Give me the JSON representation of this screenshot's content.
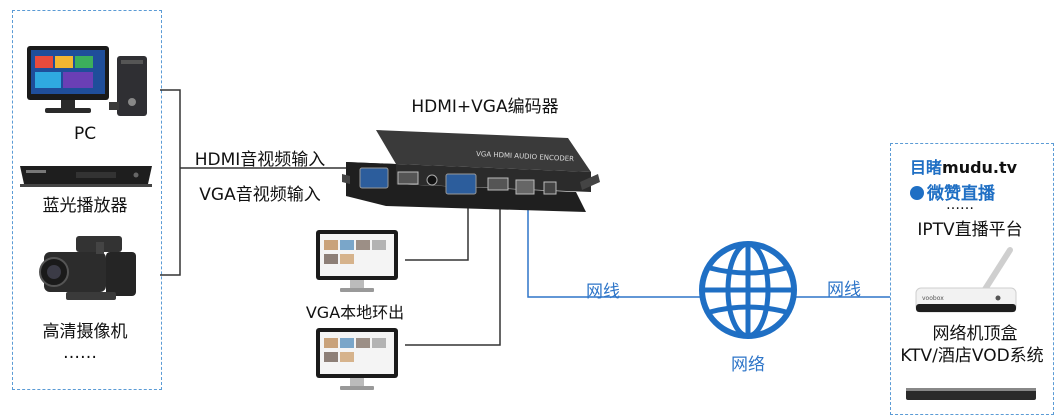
{
  "sources": {
    "pc": "PC",
    "bluray": "蓝光播放器",
    "camcorder": "高清摄像机",
    "more": "……"
  },
  "inputs": {
    "hdmi": "HDMI音视频输入",
    "vga": "VGA音视频输入"
  },
  "encoder": {
    "title": "HDMI+VGA编码器",
    "faceplate": "VGA HDMI AUDIO ENCODER"
  },
  "vga_out": "VGA本地环出",
  "network": {
    "cable_left": "网线",
    "cable_right": "网线",
    "globe": "网络"
  },
  "platforms": {
    "mudu_cn": "目睹",
    "mudu_en": "mudu.tv",
    "weizan": "微赞直播",
    "dots": "……",
    "iptv": "IPTV直播平台"
  },
  "stb": {
    "brand": "voobox",
    "line1": "网络机顶盒",
    "line2": "KTV/酒店VOD系统"
  },
  "colors": {
    "dash_border": "#5b9bd5",
    "network_line": "#2e75c8",
    "globe": "#1f6fc4",
    "encoder_body": "#2b2b2b"
  }
}
